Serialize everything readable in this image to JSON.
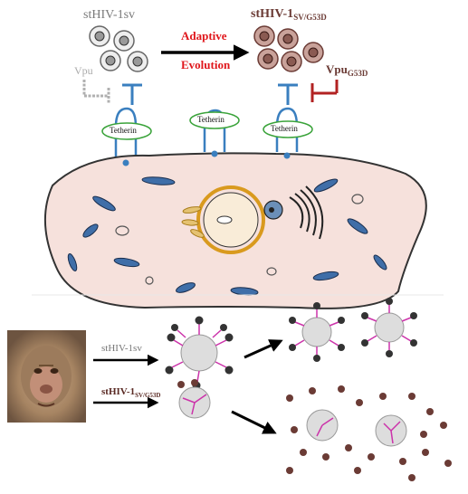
{
  "top_panel": {
    "virus_left_label": "stHIV-1sv",
    "virus_right_label_main": "stHIV-1",
    "virus_right_label_sub": "SV/G53D",
    "arrow_label_line1": "Adaptive",
    "arrow_label_line2": "Evolution",
    "vpu_label": "Vpu",
    "vpu_mutant_label_main": "Vpu",
    "vpu_mutant_label_sub": "G53D",
    "tetherin_labels": [
      "Tetherin",
      "Tetherin",
      "Tetherin"
    ]
  },
  "bottom_panel": {
    "row1_label": "stHIV-1sv",
    "row2_label_main": "stHIV-1",
    "row2_label_sub": "SV/G53D"
  },
  "colors": {
    "virus_left": "#7a7a7a",
    "virus_right": "#8a5a52",
    "arrow_text": "#e0161b",
    "tetherin_blue": "#3a7fbf",
    "tetherin_label_border": "#3aa33a",
    "cell_fill": "#f6e1dc",
    "vpu_mutant_red": "#b22222",
    "gray_inhibitor": "#b0b0b0",
    "pink_tetherin": "#cc33aa"
  },
  "icons": [
    "monkey-photo",
    "virus-particle-icon",
    "cell-illustration",
    "tetherin-icon",
    "inhibition-arrow"
  ]
}
